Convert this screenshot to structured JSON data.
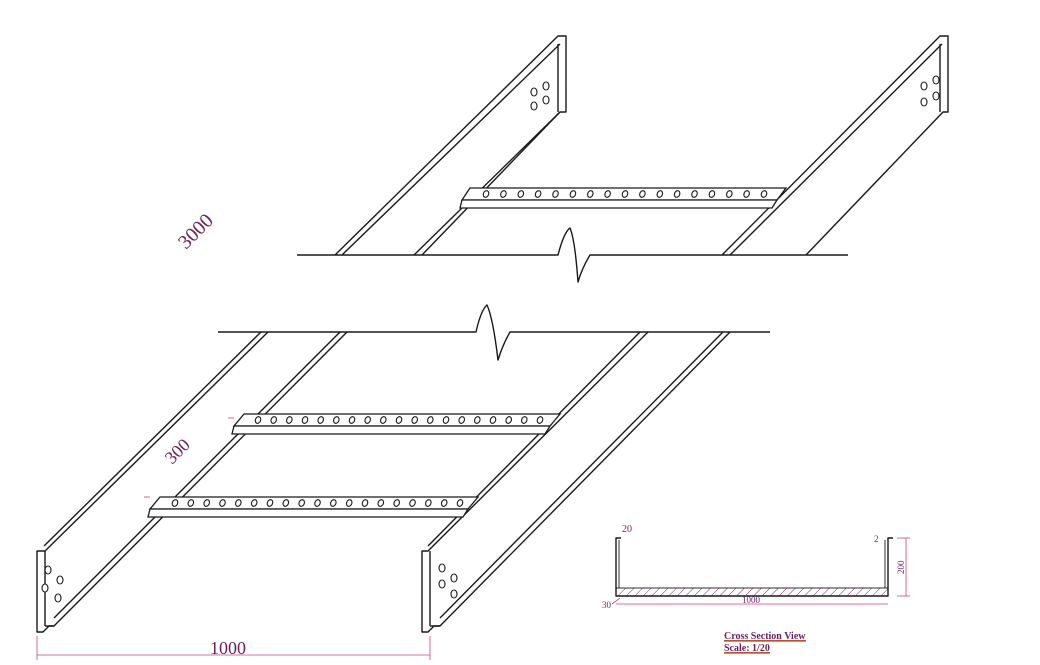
{
  "dimensions": {
    "length": "3000",
    "rung_spacing": "300",
    "width": "1000"
  },
  "cross_section": {
    "flange": "20",
    "thickness": "2",
    "height": "200",
    "lip": "30",
    "width": "1000",
    "title": "Cross Section View",
    "scale": "Scale: 1/20"
  },
  "colors": {
    "line": "#1a1a1a",
    "dimension_line": "#c24a86",
    "dimension_text": "#6b1f5c",
    "caption_underline": "#d0661a"
  }
}
